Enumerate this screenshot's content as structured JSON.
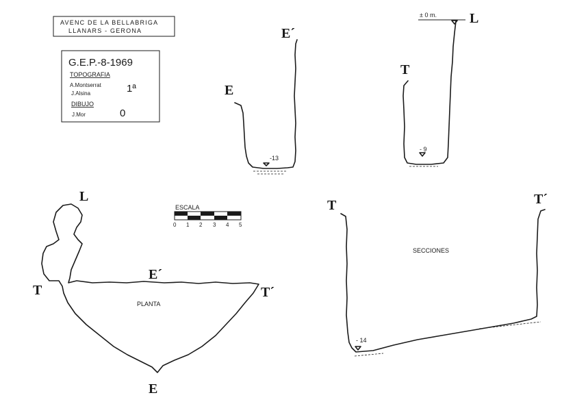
{
  "cave_box": {
    "line1": "AVENC DE LA BELLABRIGA",
    "line2": "LLANARS - GERONA"
  },
  "info_box": {
    "title": "G.E.P.-8-1969",
    "topografia_header": "TOPOGRAFIA",
    "topografia_names": [
      "A.Montserrat",
      "J.Alsina"
    ],
    "topografia_grade": "1ª",
    "dibujo_header": "DIBUJO",
    "dibujo_name": "J.Mor",
    "dibujo_grade": "0"
  },
  "scale": {
    "label": "ESCALA",
    "ticks": [
      "0",
      "1",
      "2",
      "3",
      "4",
      "5"
    ]
  },
  "sections": {
    "label": "SECCIONES",
    "ee": {
      "left": "E",
      "right": "E´",
      "depth": "-13"
    },
    "lt": {
      "top": "L",
      "left": "T",
      "surface": "± 0 m.",
      "depth": "- 9"
    },
    "tt": {
      "left": "T",
      "right": "T´",
      "depth": "- 14"
    }
  },
  "plan": {
    "label": "PLANTA",
    "points": {
      "L": "L",
      "T": "T",
      "T_prime": "T´",
      "E": "E",
      "E_prime": "E´"
    }
  }
}
